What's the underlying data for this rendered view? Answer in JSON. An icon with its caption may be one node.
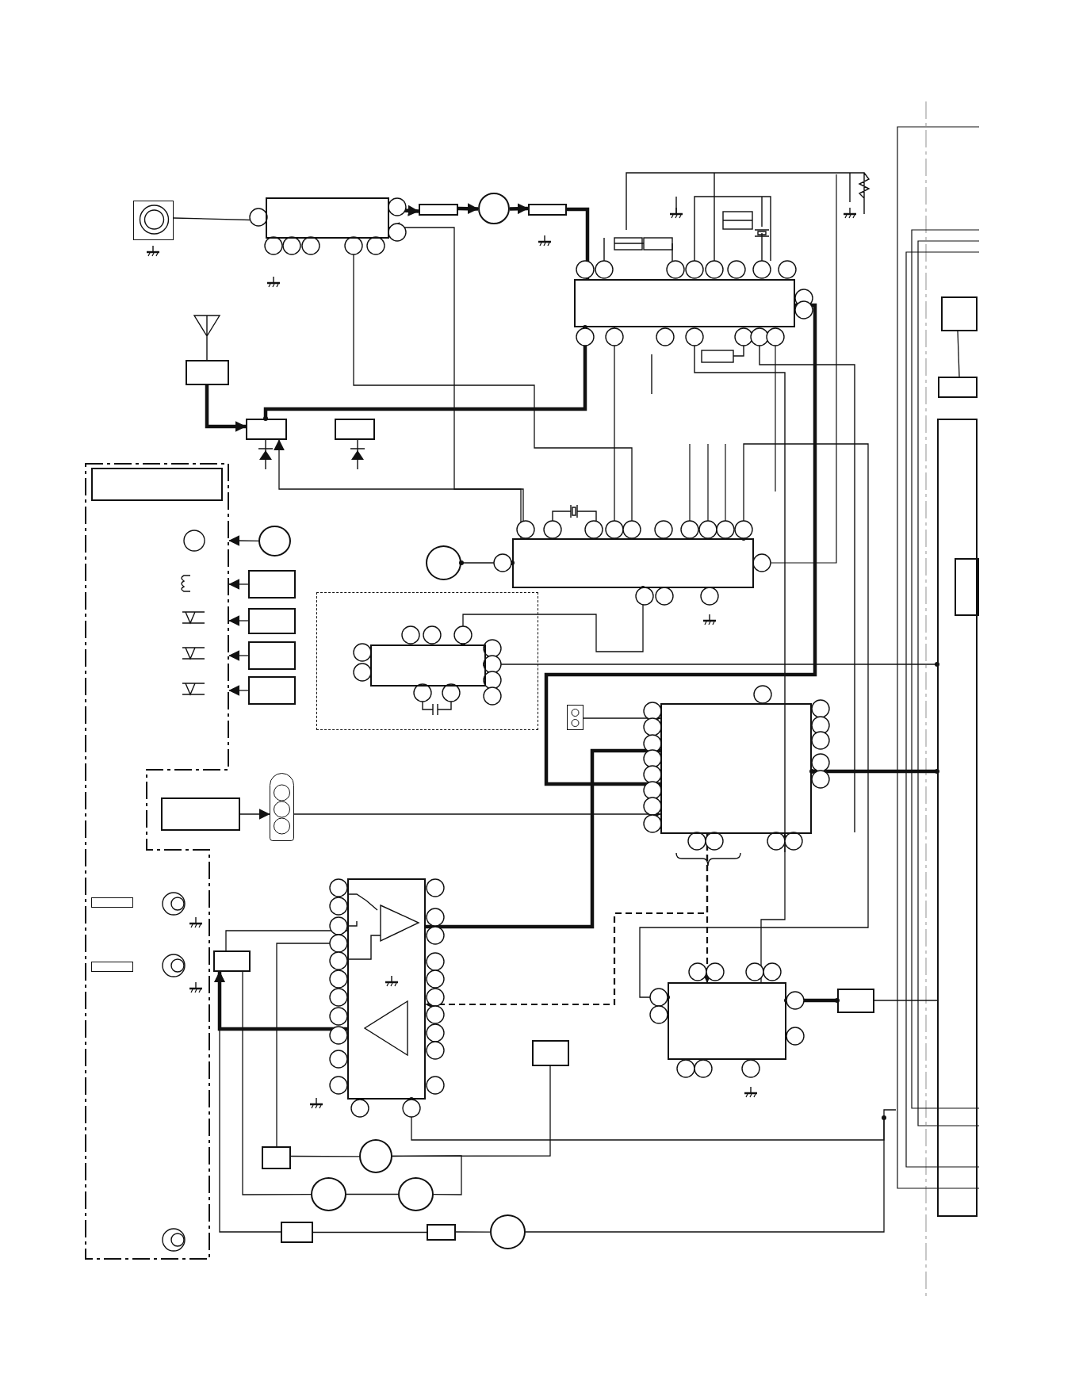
{
  "diagram": {
    "nodes": [
      {
        "text": [],
        "shape": "box"
      },
      {
        "text": [],
        "shape": "box"
      },
      {
        "text": [],
        "shape": "box"
      },
      {
        "text": [],
        "shape": "circle"
      },
      {
        "text": [],
        "shape": "box"
      },
      {
        "text": [],
        "shape": "box"
      },
      {
        "text": [],
        "shape": "box"
      },
      {
        "text": [],
        "shape": "box"
      },
      {
        "text": [],
        "shape": "box"
      },
      {
        "text": [],
        "shape": "box"
      },
      {
        "text": [],
        "shape": "circle"
      },
      {
        "text": [],
        "shape": "box"
      },
      {
        "text": [],
        "shape": "box",
        "in": 11
      },
      {
        "text": [],
        "shape": "circle"
      },
      {
        "text": [],
        "shape": "box"
      },
      {
        "text": [],
        "shape": "box"
      },
      {
        "text": [],
        "shape": "box"
      },
      {
        "text": [],
        "shape": "box"
      },
      {
        "text": [],
        "shape": "box"
      },
      {
        "text": [],
        "shape": "box",
        "in": 18
      },
      {
        "text": [],
        "shape": "box"
      },
      {
        "text": [],
        "shape": "box"
      },
      {
        "text": [],
        "shape": "box"
      },
      {
        "text": [],
        "shape": "box"
      },
      {
        "text": [],
        "shape": "box"
      },
      {
        "text": [],
        "shape": "box",
        "in": 11
      },
      {
        "text": [],
        "shape": "box",
        "in": 11
      },
      {
        "text": [],
        "shape": "box"
      },
      {
        "text": [],
        "shape": "box"
      },
      {
        "text": [],
        "shape": "box"
      },
      {
        "text": [],
        "shape": "box"
      },
      {
        "text": [],
        "shape": "box"
      },
      {
        "text": [],
        "shape": "circle"
      },
      {
        "text": [],
        "shape": "circle"
      },
      {
        "text": [],
        "shape": "circle"
      },
      {
        "text": [],
        "shape": "box"
      },
      {
        "text": [],
        "shape": "box"
      },
      {
        "text": [],
        "shape": "circle"
      },
      {
        "text": [],
        "shape": "box"
      },
      {
        "text": [],
        "shape": "box"
      },
      {
        "text": [],
        "shape": "box"
      },
      {
        "text": [],
        "shape": "box",
        "in": 40
      }
    ],
    "edges": [
      {
        "from": 0,
        "to": 1,
        "arrow": "to"
      },
      {
        "from": 1,
        "to": 2,
        "arrow": "to",
        "style": "thick"
      },
      {
        "from": 2,
        "to": 3,
        "arrow": "to",
        "style": "thick"
      },
      {
        "from": 3,
        "to": 4,
        "arrow": "to",
        "style": "thick"
      },
      {
        "from": 4,
        "to": 5,
        "arrow": "to",
        "style": "thick"
      },
      {
        "from": 9,
        "to": 1,
        "arrow": "to"
      },
      {
        "from": 6,
        "to": 7,
        "arrow": "to",
        "style": "thick"
      },
      {
        "from": 5,
        "to": 9,
        "arrow": "to"
      },
      {
        "from": 1,
        "to": 9,
        "arrow": "to"
      },
      {
        "from": 5,
        "to": 7,
        "arrow": "other",
        "style": "thick"
      },
      {
        "from": 9,
        "to": 7,
        "arrow": "to"
      },
      {
        "from": 10,
        "to": 9,
        "arrow": "other"
      },
      {
        "from": 13,
        "to": 11,
        "arrow": "to"
      },
      {
        "from": 14,
        "to": 11,
        "arrow": "to"
      },
      {
        "from": 15,
        "to": 11,
        "arrow": "to"
      },
      {
        "from": 16,
        "to": 11,
        "arrow": "to"
      },
      {
        "from": 17,
        "to": 11,
        "arrow": "to"
      },
      {
        "from": 19,
        "to": 9,
        "arrow": "other"
      },
      {
        "from": 21,
        "to": 20,
        "arrow": "to"
      },
      {
        "from": 5,
        "to": 20,
        "arrow": "to",
        "style": "thick"
      },
      {
        "from": 22,
        "to": 23,
        "arrow": "to"
      },
      {
        "from": 23,
        "to": 20,
        "arrow": "to"
      },
      {
        "from": 24,
        "to": 20,
        "arrow": "to",
        "style": "thick"
      },
      {
        "from": 20,
        "to": 29,
        "arrow": "to",
        "style": "dashed"
      },
      {
        "from": 29,
        "to": 20,
        "arrow": "to"
      },
      {
        "from": 29,
        "to": 30,
        "arrow": "other",
        "style": "thick"
      },
      {
        "from": 20,
        "to": 24,
        "arrow": "to",
        "style": "dashed"
      },
      {
        "from": 32,
        "to": 28,
        "arrow": "none"
      },
      {
        "from": 24,
        "to": 27,
        "arrow": "to",
        "style": "thick"
      },
      {
        "from": 27,
        "to": 24,
        "arrow": "to"
      },
      {
        "from": 31,
        "to": 24,
        "arrow": "to"
      },
      {
        "from": 31,
        "to": 32,
        "arrow": "none"
      },
      {
        "from": 27,
        "to": 33,
        "arrow": "none"
      },
      {
        "from": 33,
        "to": 34,
        "arrow": "none"
      },
      {
        "from": 34,
        "to": 32,
        "arrow": "none"
      },
      {
        "from": 35,
        "to": 36,
        "arrow": "none"
      },
      {
        "from": 36,
        "to": 37,
        "arrow": "none"
      },
      {
        "from": 35,
        "to": 27,
        "arrow": "to"
      },
      {
        "from": 37,
        "to": null,
        "arrow": "none"
      },
      {
        "from": 38,
        "to": 39,
        "arrow": "none"
      },
      {
        "from": 30,
        "to": 40,
        "arrow": "none"
      },
      {
        "from": 20,
        "to": 40,
        "arrow": "other",
        "style": "thick"
      },
      {
        "from": 24,
        "to": null,
        "arrow": "other"
      },
      {
        "from": 29,
        "to": 9,
        "arrow": "other"
      },
      {
        "from": 19,
        "to": 40,
        "arrow": "other"
      }
    ]
  }
}
